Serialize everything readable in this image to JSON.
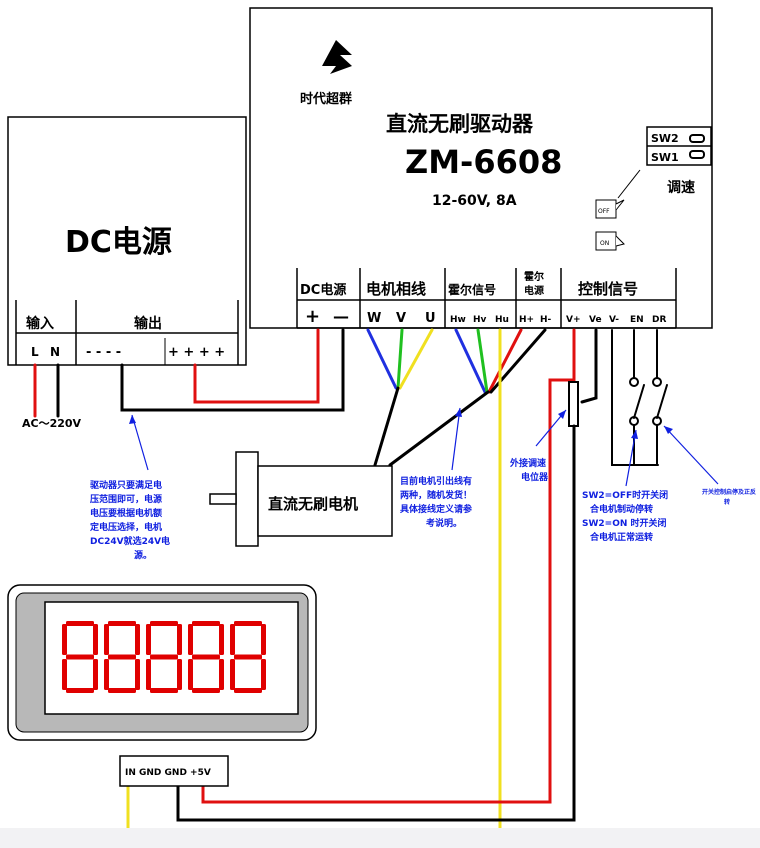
{
  "driver": {
    "brand": "时代超群",
    "title": "直流无刷驱动器",
    "model": "ZM-6608",
    "spec": "12-60V, 8A",
    "sw2": "SW2",
    "sw1": "SW1",
    "speed_label": "调速",
    "off_label": "OFF",
    "on_label": "ON",
    "sections": {
      "dc_power": "DC电源",
      "phase": "电机相线",
      "hall_signal": "霍尔信号",
      "hall_power_1": "霍尔",
      "hall_power_2": "电源",
      "control": "控制信号"
    },
    "terminals": {
      "plus": "+",
      "minus": "—",
      "w": "W",
      "v": "V",
      "u": "U",
      "hw": "Hw",
      "hv": "Hv",
      "hu": "Hu",
      "hplus": "H+",
      "hminus": "H-",
      "vplus": "V+",
      "ve": "Ve",
      "vminus": "V-",
      "en": "EN",
      "dr": "DR"
    }
  },
  "psu": {
    "title": "DC电源",
    "input_label": "输入",
    "output_label": "输出",
    "l": "L",
    "n": "N",
    "minus_terms": "- - - -",
    "plus_terms": "+ + + +",
    "ac_label": "AC～220V"
  },
  "motor": {
    "label": "直流无刷电机"
  },
  "display": {
    "digits": "88888",
    "pins": "IN GND GND +5V"
  },
  "notes": {
    "psu_note": [
      "驱动器只要满足电",
      "压范围即可，电源",
      "电压要根据电机额",
      "定电压选择，电机",
      "DC24V就选24V电",
      "源。"
    ],
    "motor_note": [
      "目前电机引出线有",
      "两种，随机发货！",
      "具体接线定义请参",
      "考说明。"
    ],
    "pot_note": [
      "外接调速",
      "电位器"
    ],
    "switch_note": [
      "SW2=OFF时开关闭",
      "合电机制动停转",
      "SW2=ON 时开关闭",
      "合电机正常运转"
    ],
    "small_note": [
      "开关控制启停及正反",
      "转"
    ]
  },
  "colors": {
    "red": "#e01010",
    "blue": "#2030e0",
    "green": "#20c020",
    "yellow": "#f0e020",
    "black": "#000000",
    "digit_red": "#e00000",
    "panel_grey": "#b8b8b8"
  }
}
